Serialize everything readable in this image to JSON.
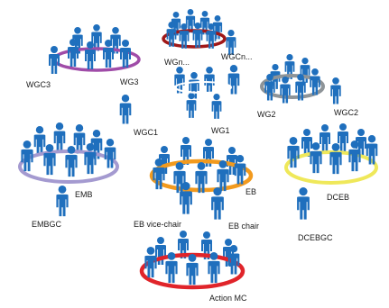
{
  "colors": {
    "person": "#1f6fbd",
    "ring_wgn": "#a01818",
    "ring_wg3": "#a04ca8",
    "ring_wg2": "#8e9498",
    "ring_emb": "#a49ad0",
    "ring_eb": "#f29a1e",
    "ring_dceb": "#efe85a",
    "ring_action_mc": "#e0242a"
  },
  "groups": [
    {
      "id": "wgn",
      "labels": [
        "WGn...",
        "WGCn..."
      ]
    },
    {
      "id": "wg3",
      "labels": [
        "WGC3",
        "WG3"
      ]
    },
    {
      "id": "wg1",
      "labels": [
        "WGC1",
        "WG1"
      ]
    },
    {
      "id": "wg2",
      "labels": [
        "WG2",
        "WGC2"
      ]
    },
    {
      "id": "emb",
      "labels": [
        "EMB",
        "EMBGC"
      ]
    },
    {
      "id": "eb",
      "labels": [
        "EB",
        "EB vice-chair",
        "EB chair"
      ]
    },
    {
      "id": "dceb",
      "labels": [
        "DCEB",
        "DCEBGC"
      ]
    },
    {
      "id": "action_mc",
      "labels": [
        "Action MC"
      ]
    }
  ]
}
